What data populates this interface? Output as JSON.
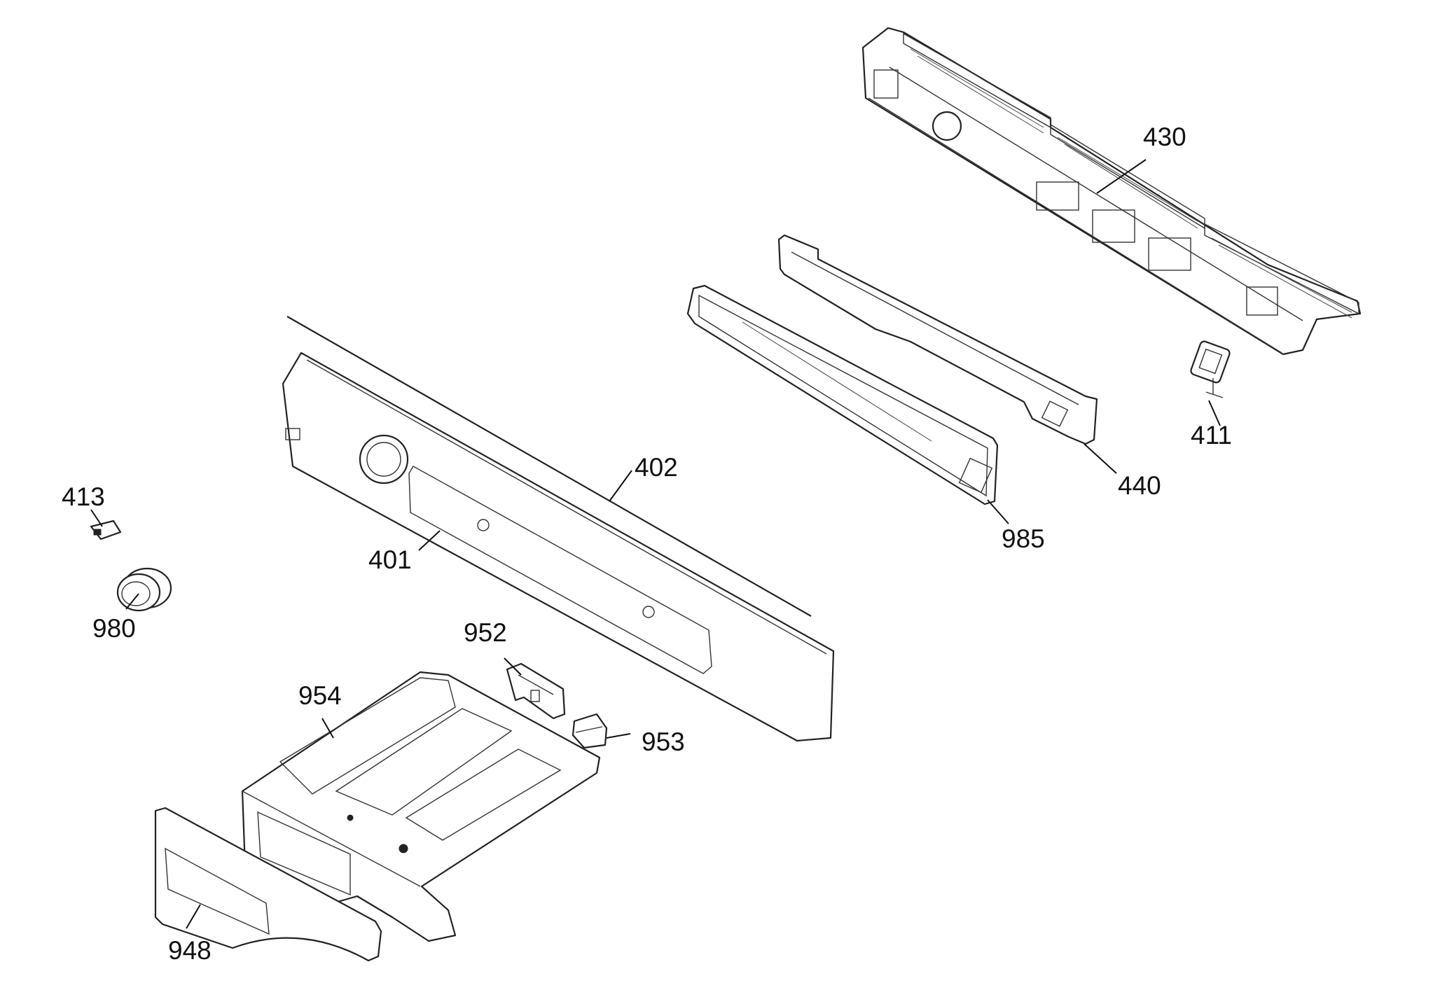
{
  "callouts": [
    {
      "id": "430",
      "label": "430"
    },
    {
      "id": "411",
      "label": "411"
    },
    {
      "id": "440",
      "label": "440"
    },
    {
      "id": "985",
      "label": "985"
    },
    {
      "id": "402",
      "label": "402"
    },
    {
      "id": "401",
      "label": "401"
    },
    {
      "id": "413",
      "label": "413"
    },
    {
      "id": "980",
      "label": "980"
    },
    {
      "id": "952",
      "label": "952"
    },
    {
      "id": "954",
      "label": "954"
    },
    {
      "id": "953",
      "label": "953"
    },
    {
      "id": "948",
      "label": "948"
    }
  ],
  "colors": {
    "line": "#222222",
    "background": "#ffffff"
  }
}
